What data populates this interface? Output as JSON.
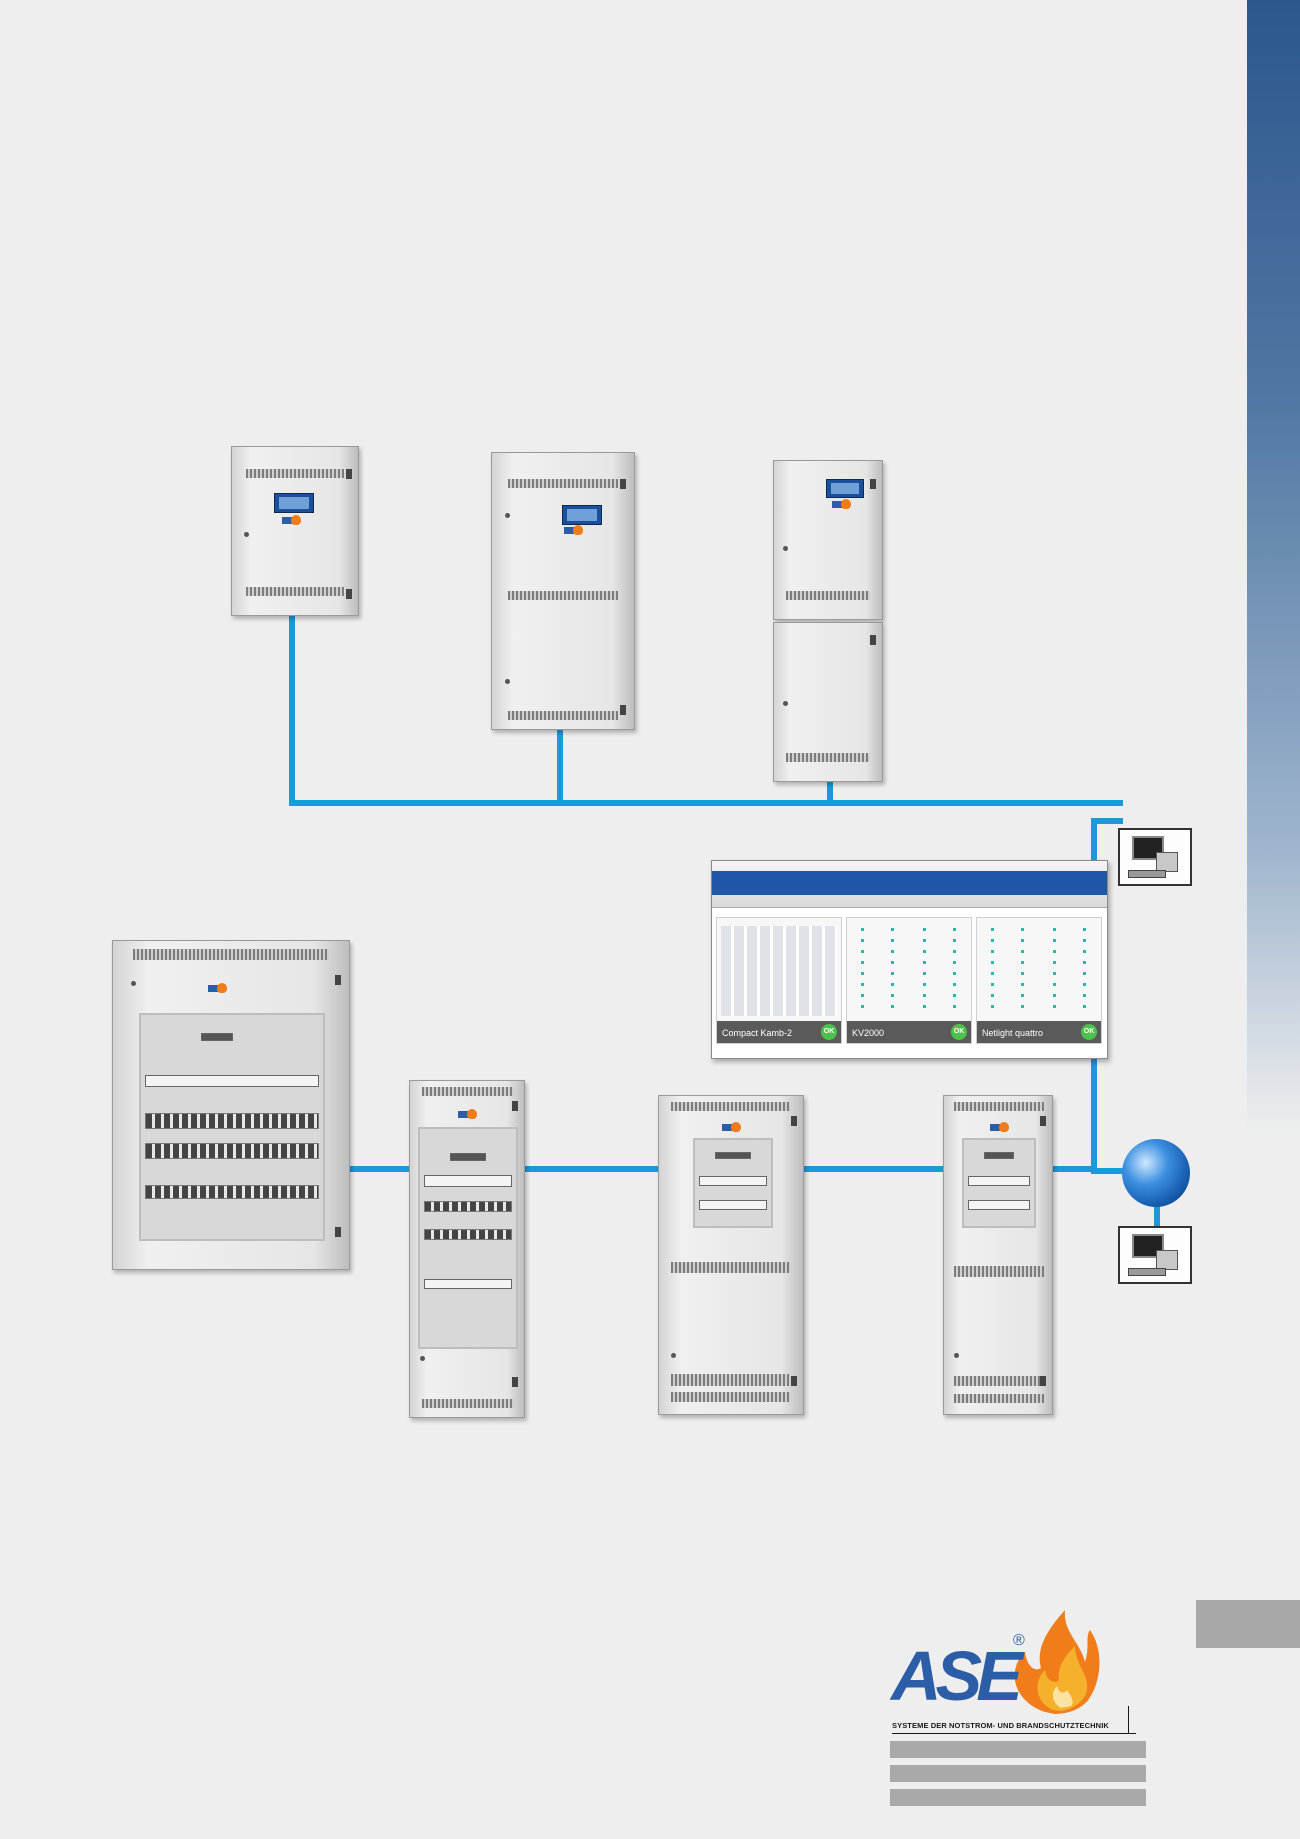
{
  "brand": {
    "logo_text": "ASE",
    "registered_mark": "®",
    "tagline": "SYSTEME DER NOTSTROM- UND BRANDSCHUTZTECHNIK"
  },
  "monitoring_screen": {
    "panels": [
      {
        "label": "Compact Kamb-2",
        "status": "OK"
      },
      {
        "label": "KV2000",
        "status": "OK"
      },
      {
        "label": "Netlight quattro",
        "status": "OK"
      }
    ]
  },
  "colors": {
    "bus_line": "#1a9ad9",
    "side_bar_top": "#2c578d",
    "background": "#eeeeee",
    "logo_blue": "#2c5ea8",
    "logo_flame": "#f07d1a"
  },
  "icons": {
    "workstation_top": "computer-icon",
    "workstation_bottom": "computer-icon",
    "network": "globe-icon"
  }
}
